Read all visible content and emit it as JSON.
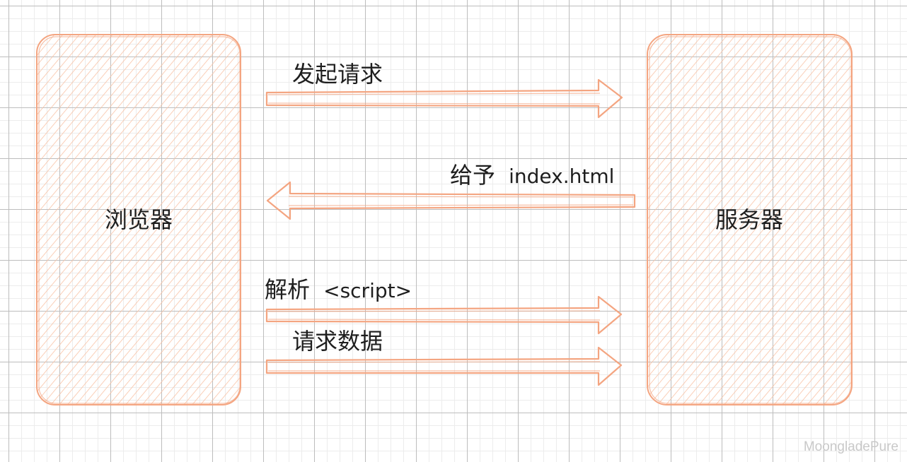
{
  "colors": {
    "stroke": "#f4a581",
    "fill": "#f9c3a6",
    "text": "#1e1e1e"
  },
  "nodes": {
    "browser": {
      "label": "浏览器"
    },
    "server": {
      "label": "服务器"
    }
  },
  "edges": [
    {
      "id": "request",
      "direction": "right",
      "label": "发起请求"
    },
    {
      "id": "give",
      "direction": "left",
      "label_cn": "给予",
      "label_en": "index.html"
    },
    {
      "id": "parse",
      "direction": "right",
      "label_cn": "解析",
      "label_en": "<script>"
    },
    {
      "id": "fetch",
      "direction": "right",
      "label": "请求数据"
    }
  ],
  "watermark": "MoongladePure"
}
